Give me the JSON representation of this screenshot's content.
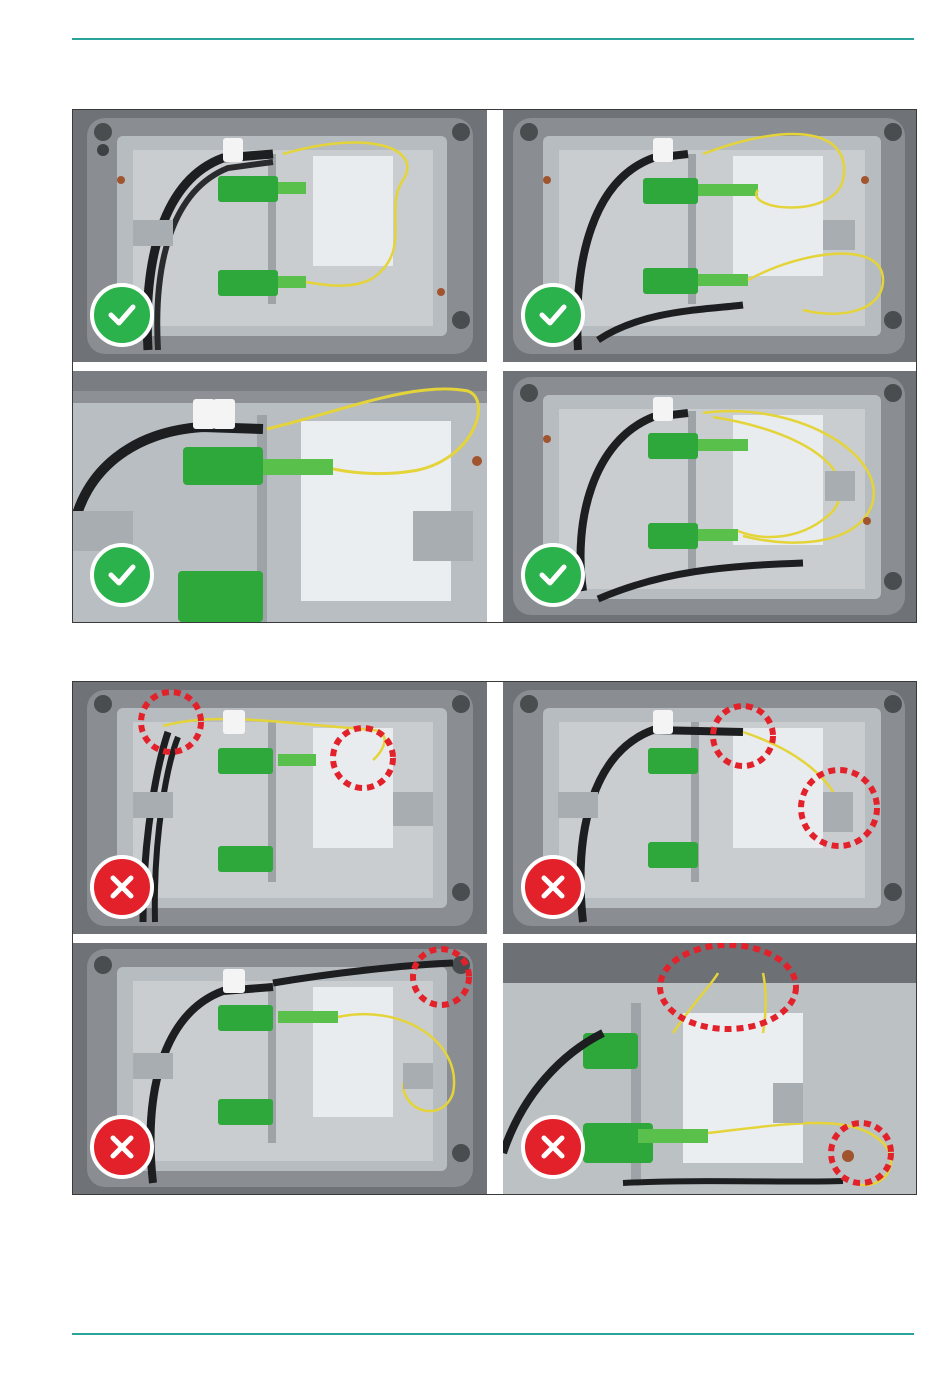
{
  "document": {
    "header_rule_color": "#2aa39a",
    "footer_rule_color": "#2aa39a"
  },
  "correct_examples": {
    "badge_icon": "check-icon",
    "badge_color": "#2bb24c",
    "photos": [
      {
        "id": "correct-1",
        "status": "correct"
      },
      {
        "id": "correct-2",
        "status": "correct"
      },
      {
        "id": "correct-3",
        "status": "correct"
      },
      {
        "id": "correct-4",
        "status": "correct"
      }
    ]
  },
  "incorrect_examples": {
    "badge_icon": "cross-icon",
    "badge_color": "#e3212b",
    "highlight": "red-dashed-circle",
    "photos": [
      {
        "id": "incorrect-1",
        "status": "incorrect"
      },
      {
        "id": "incorrect-2",
        "status": "incorrect"
      },
      {
        "id": "incorrect-3",
        "status": "incorrect"
      },
      {
        "id": "incorrect-4",
        "status": "incorrect"
      }
    ]
  }
}
